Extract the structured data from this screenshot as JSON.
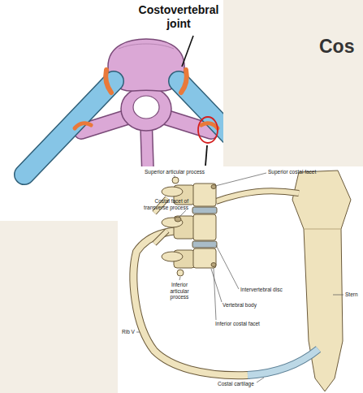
{
  "diagram": {
    "title": "Cos",
    "labels": [
      "Costovertebral joint",
      "Superior articular process",
      "Superior costal facet",
      "Costal facet of transverse process",
      "Inferior articular process",
      "Intervertebral disc",
      "Vertebral body",
      "Inferior costal facet",
      "Rib V",
      "Costal cartilage",
      "Stern"
    ]
  }
}
